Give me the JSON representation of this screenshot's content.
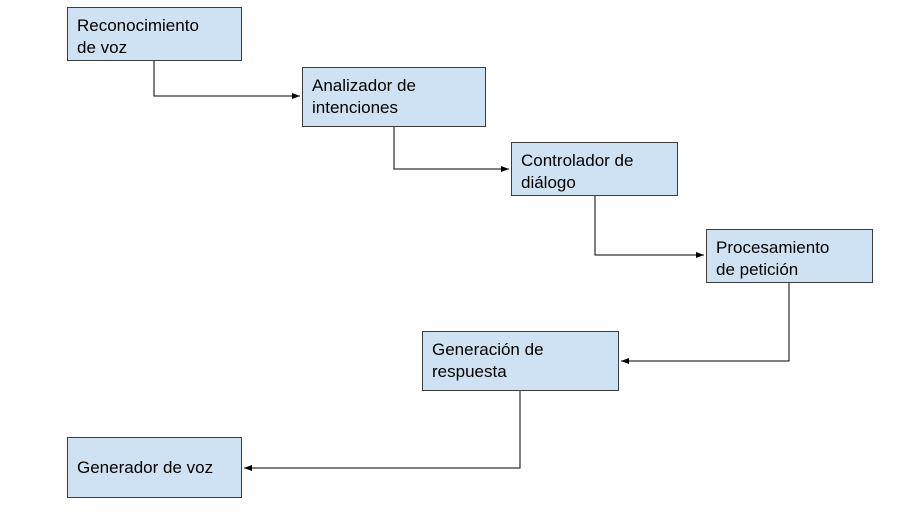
{
  "diagram": {
    "line_color": "#000000",
    "box_fill": "#cfe2f3",
    "box_border": "#3c3c3c",
    "nodes": [
      {
        "id": "n1",
        "lines": [
          "Reconocimiento",
          "de voz"
        ]
      },
      {
        "id": "n2",
        "lines": [
          "Analizador de",
          "intenciones"
        ]
      },
      {
        "id": "n3",
        "lines": [
          "Controlador de",
          "diálogo"
        ]
      },
      {
        "id": "n4",
        "lines": [
          "Procesamiento",
          "de petición"
        ]
      },
      {
        "id": "n5",
        "lines": [
          "Generación de",
          "respuesta"
        ]
      },
      {
        "id": "n6",
        "lines": [
          "Generador de voz"
        ]
      }
    ],
    "edges": [
      {
        "from": "n1",
        "to": "n2"
      },
      {
        "from": "n2",
        "to": "n3"
      },
      {
        "from": "n3",
        "to": "n4"
      },
      {
        "from": "n4",
        "to": "n5"
      },
      {
        "from": "n5",
        "to": "n6"
      }
    ]
  }
}
